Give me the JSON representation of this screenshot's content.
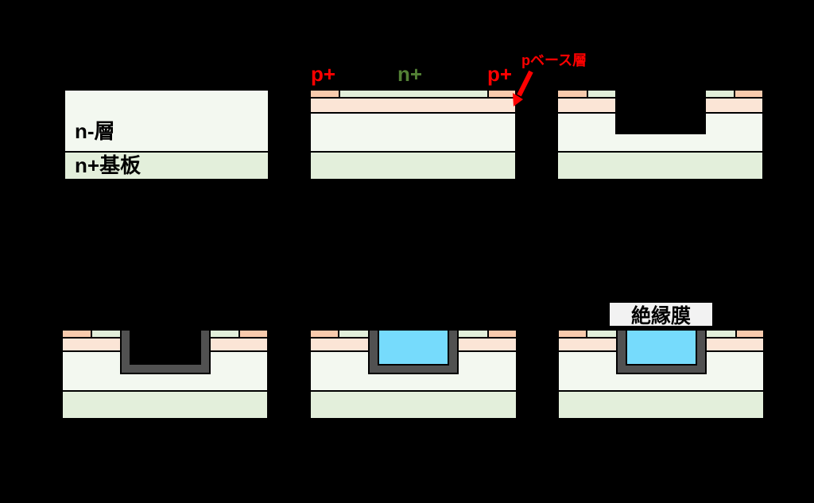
{
  "colors": {
    "background": "#000000",
    "border": "#000000",
    "p_plus_salmon": "#f8cbad",
    "p_base_pink": "#fbe5d6",
    "n_plus_green": "#e2efda",
    "n_minus_white": "#f3f8f0",
    "substrate_green": "#e3efdb",
    "gate_gray": "#515151",
    "poly_blue": "#76dbfc",
    "label_red": "#ff0000",
    "label_green": "#538135",
    "insulator_box_fill": "#f2f2f2",
    "text_black": "#000000"
  },
  "step1": {
    "n_minus_label": "n-層",
    "n_plus_substrate_label": "n+基板"
  },
  "step2": {
    "p_plus_left_label": "p+",
    "n_plus_label": "n+",
    "p_plus_right_label": "p+",
    "p_base_label": "pベース層"
  },
  "step6": {
    "insulator_label": "絶縁膜"
  }
}
